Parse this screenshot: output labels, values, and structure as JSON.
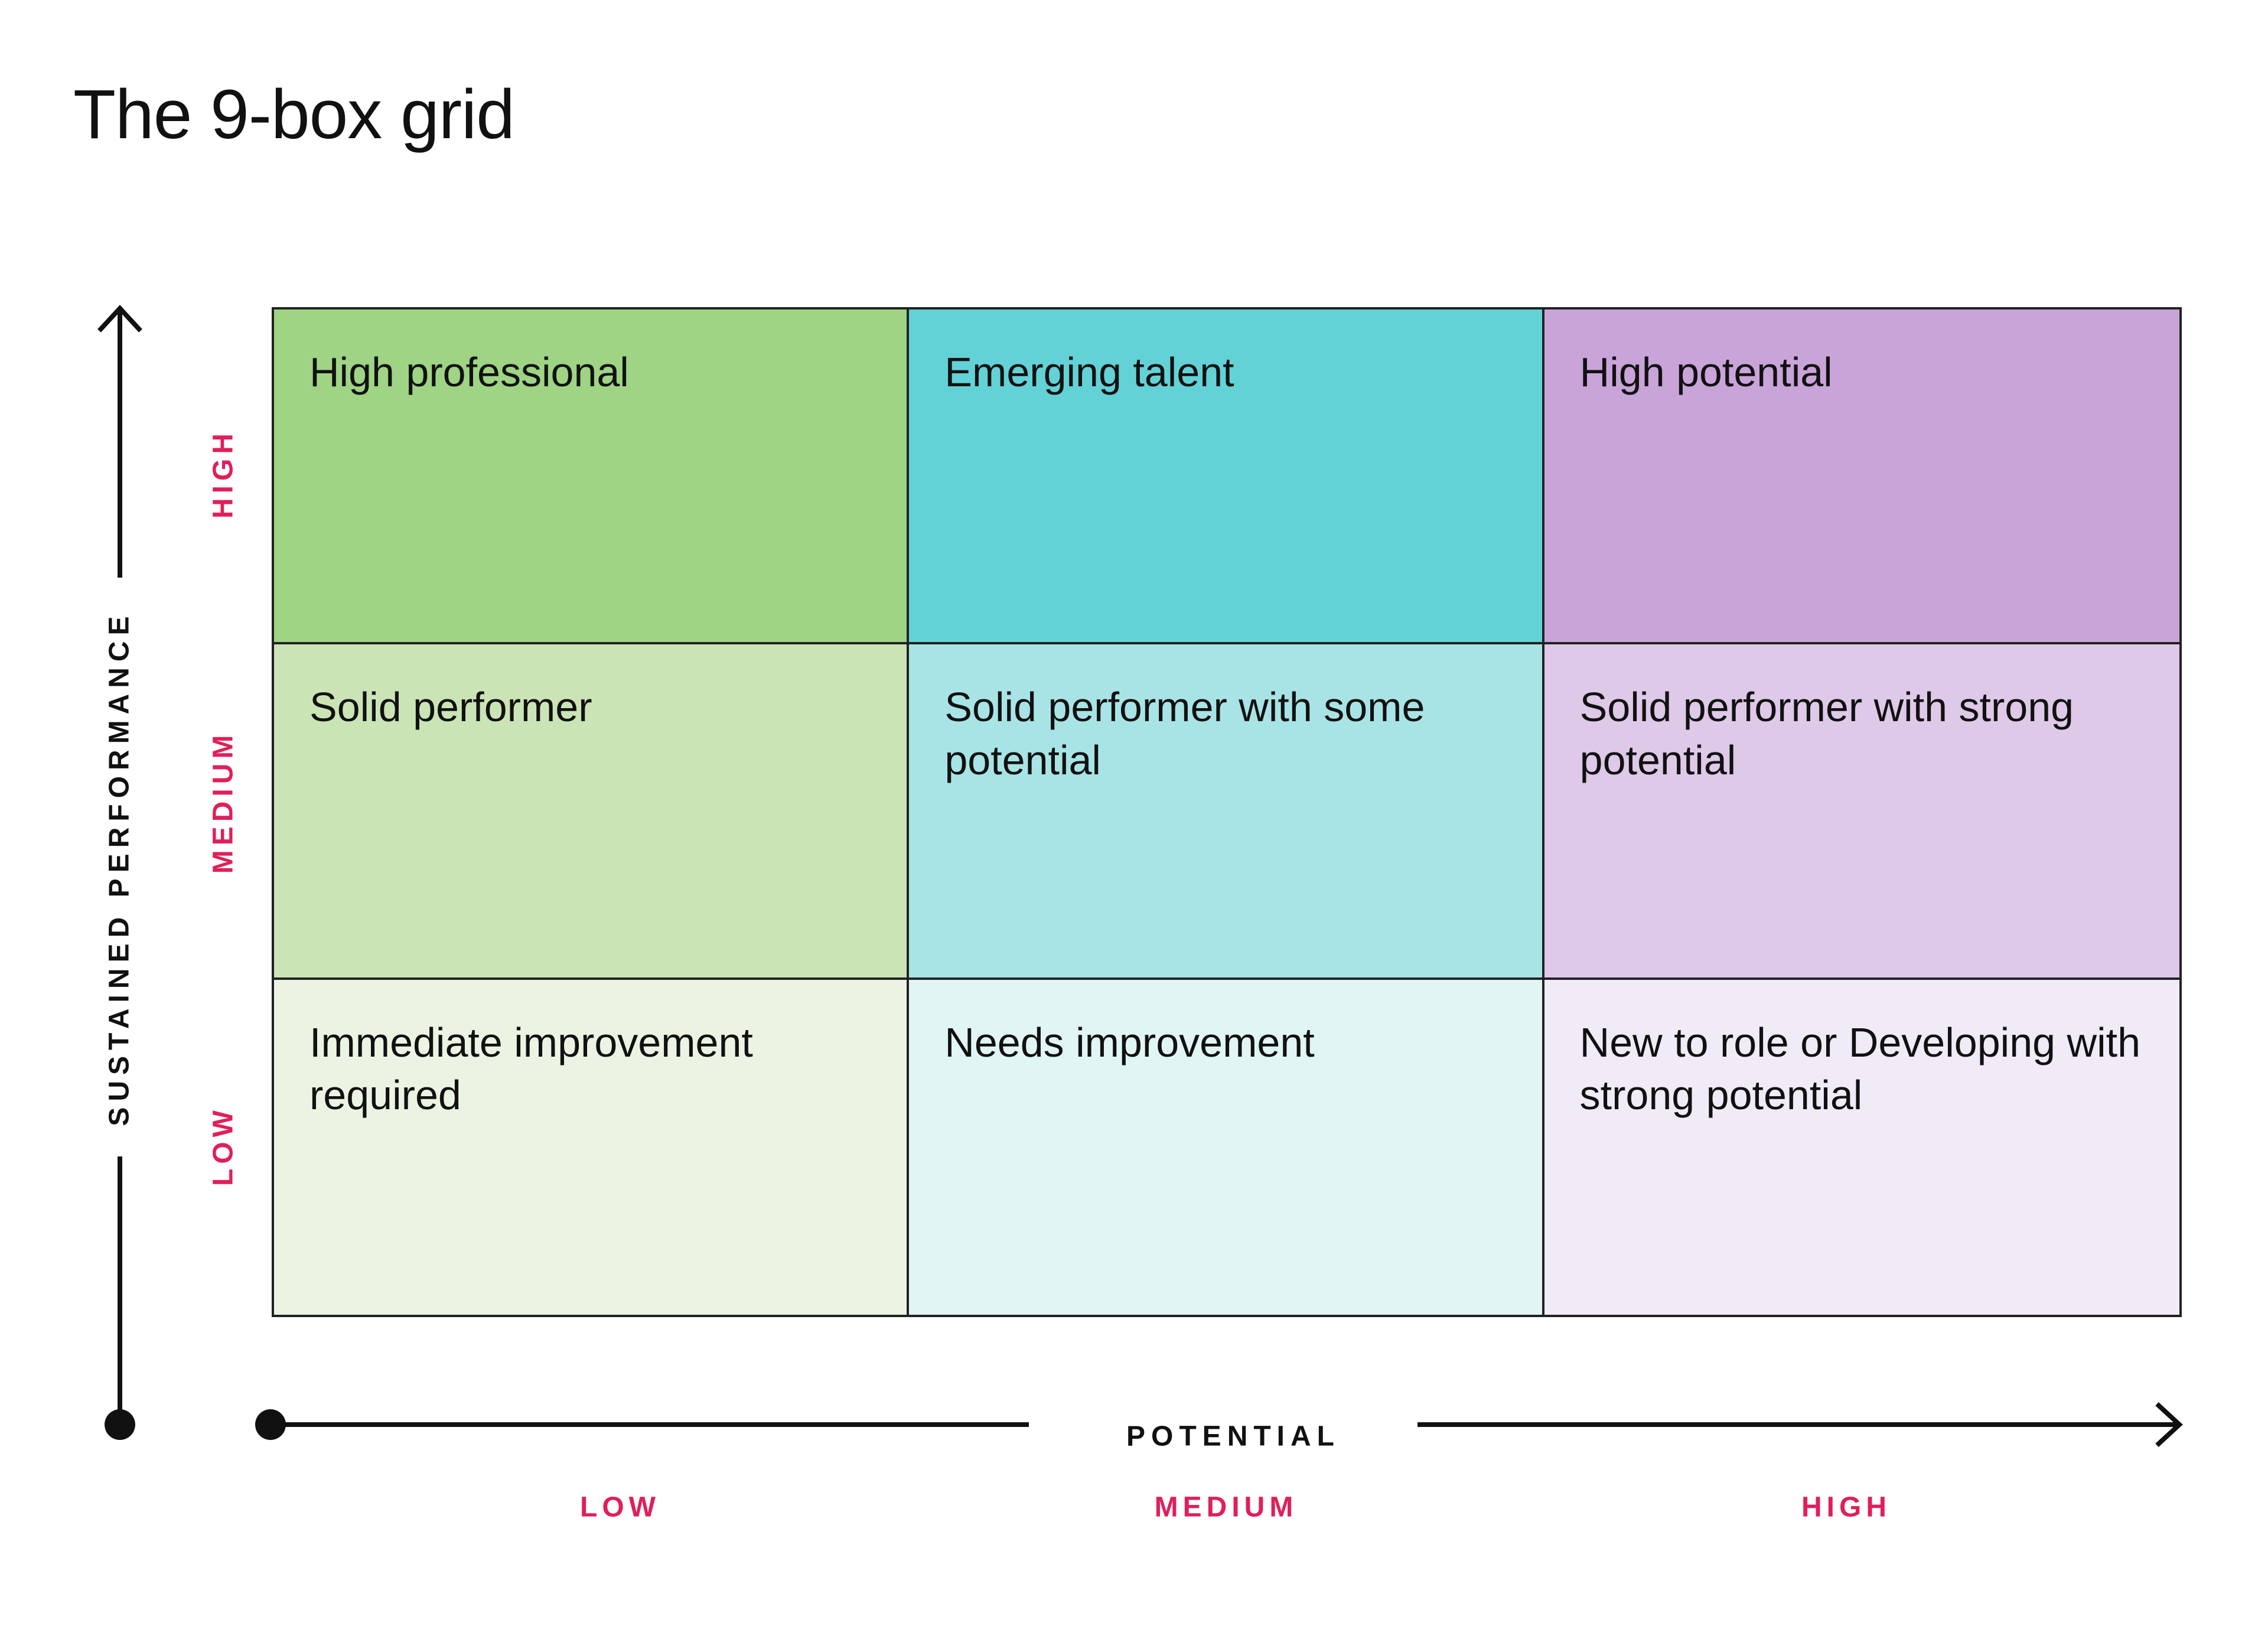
{
  "title": "The 9-box grid",
  "axes": {
    "y_title": "SUSTAINED PERFORMANCE",
    "x_title": "POTENTIAL",
    "y_levels": [
      "HIGH",
      "MEDIUM",
      "LOW"
    ],
    "x_levels": [
      "LOW",
      "MEDIUM",
      "HIGH"
    ]
  },
  "cells": [
    [
      {
        "label": "High professional",
        "color": "#9ed484"
      },
      {
        "label": "Emerging talent",
        "color": "#63d2d7"
      },
      {
        "label": "High potential",
        "color": "#c9a4d9"
      }
    ],
    [
      {
        "label": "Solid performer",
        "color": "#cbe4b5"
      },
      {
        "label": "Solid performer with some potential",
        "color": "#a8e4e5"
      },
      {
        "label": "Solid performer with strong potential",
        "color": "#dec9e8"
      }
    ],
    [
      {
        "label": "Immediate improvement required",
        "color": "#ebf4e2"
      },
      {
        "label": "Needs improvement",
        "color": "#e1f6f4"
      },
      {
        "label": "New to role or Developing with strong potential",
        "color": "#f1ebf7"
      }
    ]
  ],
  "colors": {
    "level_labels": "#e01f5a",
    "lines": "#222222",
    "axes": "#111111"
  }
}
